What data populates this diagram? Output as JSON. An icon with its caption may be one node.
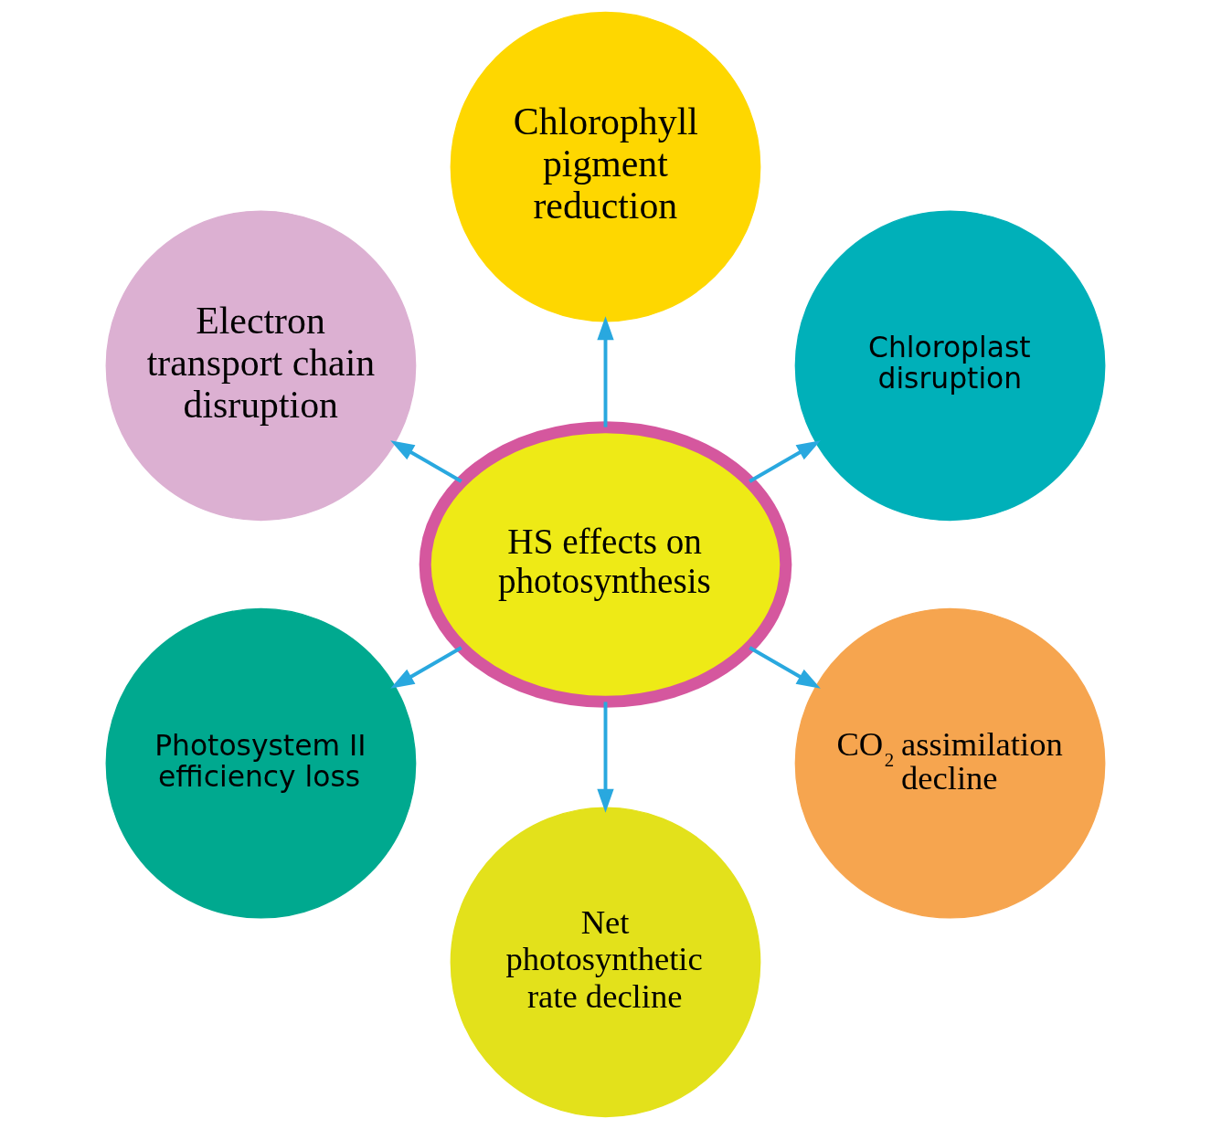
{
  "diagram": {
    "nodes": [
      {
        "text": [
          "HS effects on photosynthesis"
        ]
      },
      {
        "text": [
          "Chloroplast disruption"
        ]
      },
      {
        "text": [
          "Chlorophyll pigment reduction"
        ]
      },
      {
        "text": [
          "Electron transport chain disruption"
        ]
      },
      {
        "text": [
          "Photosystem II efficiency loss"
        ]
      },
      {
        "text": [
          "Net photosynthetic rate decline"
        ]
      },
      {
        "text": [
          "CO$_{2}$ assimilation decline"
        ]
      }
    ],
    "edges": [
      {
        "from": 0,
        "to": 1,
        "arrow": "to"
      },
      {
        "from": 0,
        "to": 2,
        "arrow": "to"
      },
      {
        "from": 0,
        "to": 4,
        "arrow": "to"
      },
      {
        "from": 0,
        "to": 6,
        "arrow": "to"
      },
      {
        "from": 0,
        "to": 5,
        "arrow": "to"
      },
      {
        "from": 0,
        "to": 3,
        "arrow": "to"
      }
    ]
  }
}
